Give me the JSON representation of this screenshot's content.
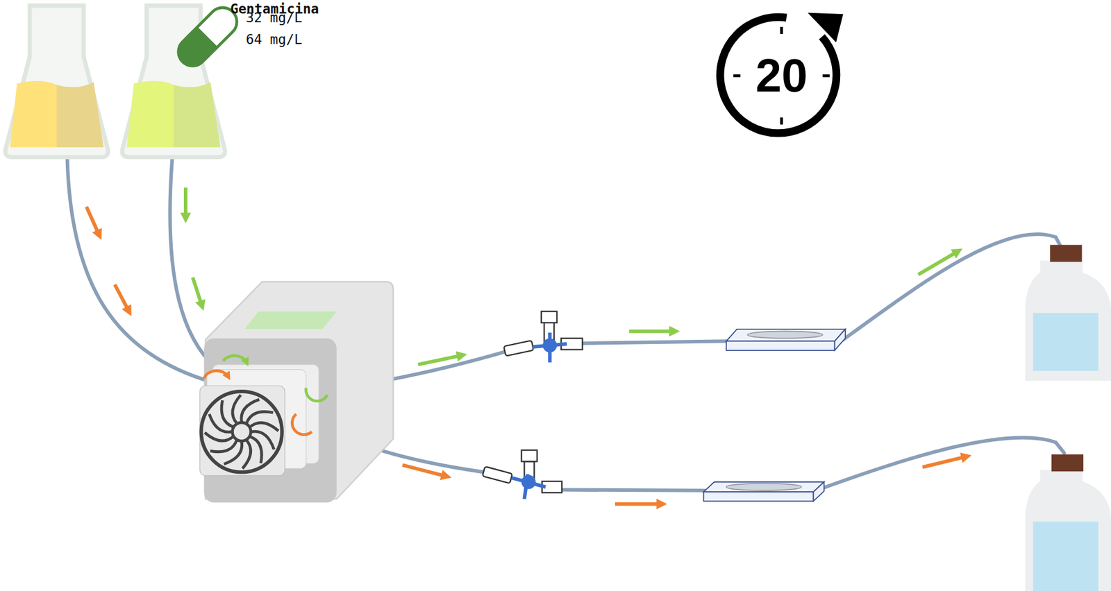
{
  "diagram": {
    "nodes": [
      {
        "text": [
          "20"
        ]
      }
    ],
    "labels": [
      "Gentamicina",
      "32 mg/L",
      "64 mg/L"
    ]
  }
}
